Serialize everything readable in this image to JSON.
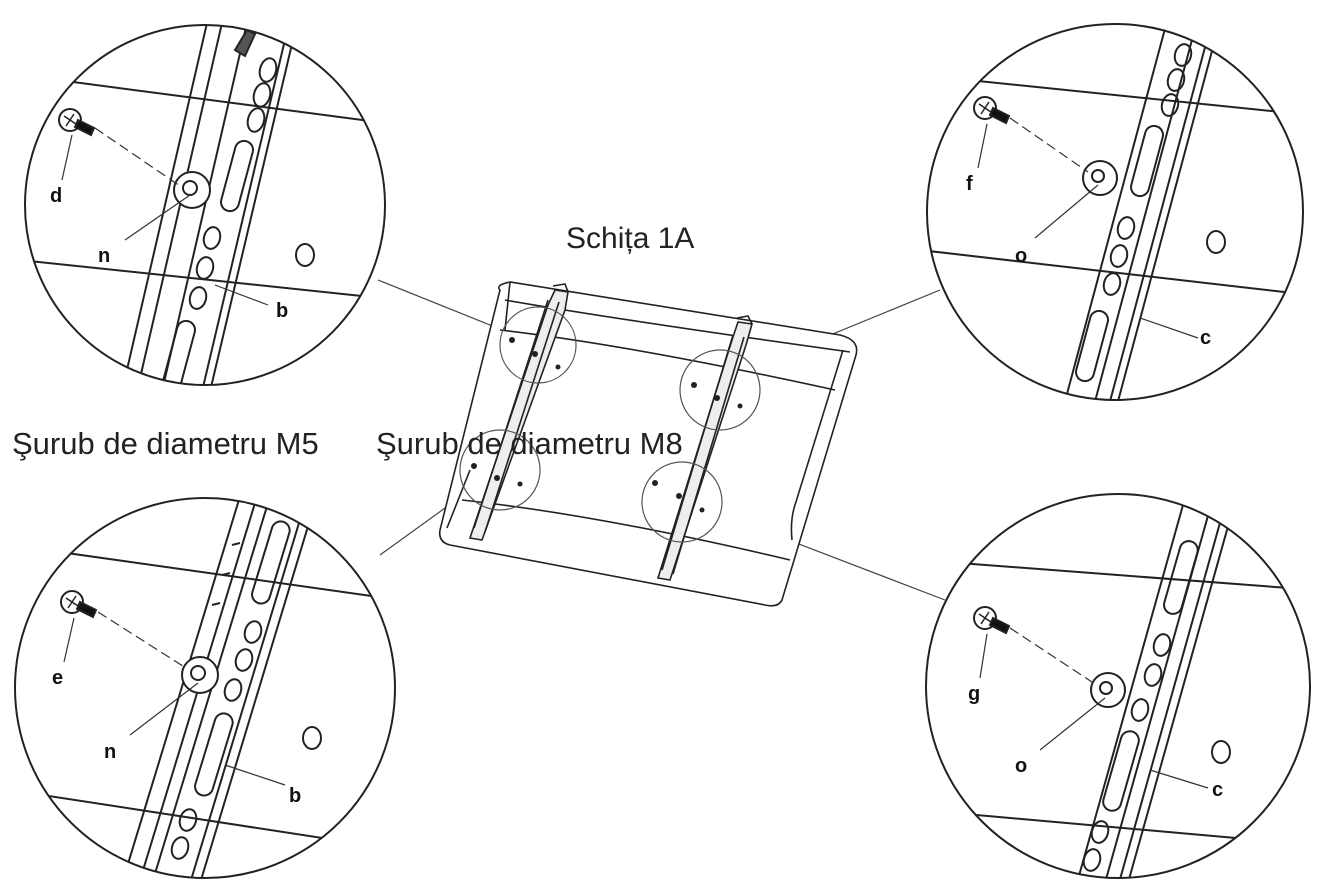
{
  "diagram": {
    "title": "Schița 1A",
    "screw_labels": [
      "Şurub de diametru M5",
      "Şurub de diametru M8"
    ],
    "details": [
      {
        "screw": "d",
        "spacer": "n",
        "bracket": "b"
      },
      {
        "screw": "f",
        "spacer": "o",
        "bracket": "c"
      },
      {
        "screw": "e",
        "spacer": "n",
        "bracket": "b"
      },
      {
        "screw": "g",
        "spacer": "o",
        "bracket": "c"
      }
    ]
  }
}
